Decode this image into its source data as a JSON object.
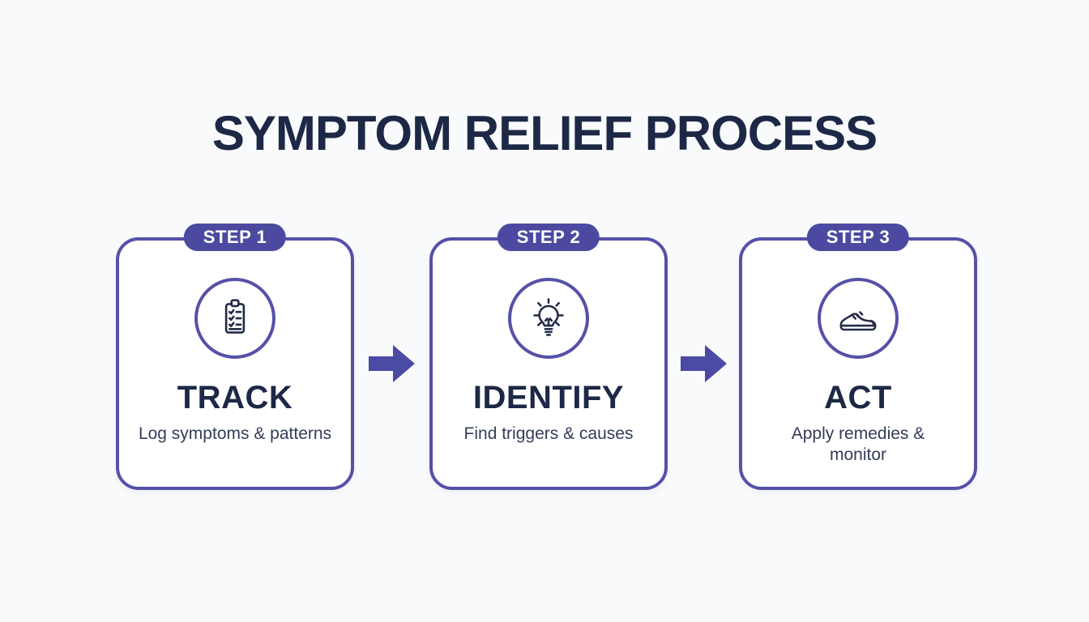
{
  "page": {
    "title": "SYMPTOM RELIEF PROCESS"
  },
  "colors": {
    "background": "#f9fafc",
    "accent_indigo": "#4c4aa0",
    "card_border_purple": "#5551a8",
    "arrow_indigo": "#4b4aa5",
    "title_navy": "#1d2846",
    "description_slate": "#333d58",
    "card_background": "#ffffff",
    "badge_text": "#ffffff",
    "icon_stroke": "#232c49"
  },
  "steps": [
    {
      "badge": "STEP 1",
      "icon": "clipboard-checklist-icon",
      "title": "TRACK",
      "description": "Log symptoms & patterns"
    },
    {
      "badge": "STEP 2",
      "icon": "lightbulb-icon",
      "title": "IDENTIFY",
      "description": "Find triggers & causes"
    },
    {
      "badge": "STEP 3",
      "icon": "sneaker-icon",
      "title": "ACT",
      "description": "Apply remedies & monitor"
    }
  ],
  "connectors": [
    {
      "icon": "arrow-right-icon"
    },
    {
      "icon": "arrow-right-icon"
    }
  ]
}
